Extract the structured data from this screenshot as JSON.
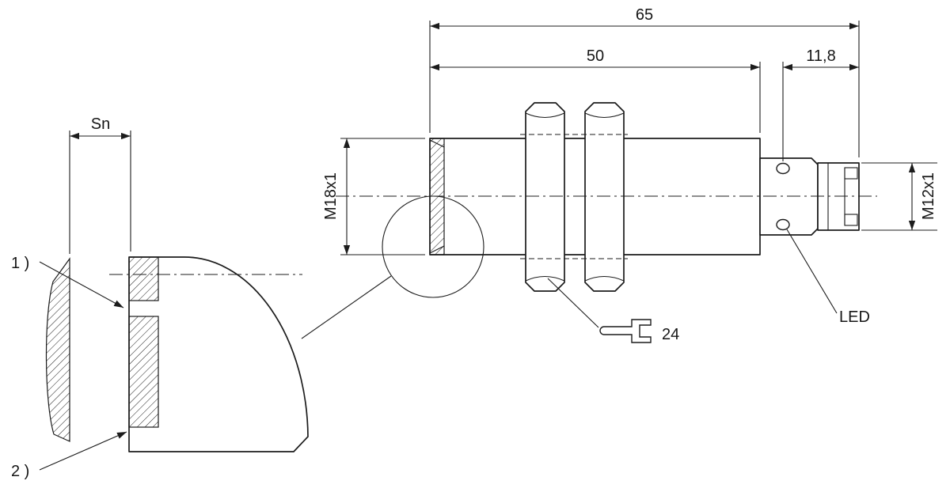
{
  "figure": {
    "kind": "sensor-dimensional-drawing",
    "line_color": "#1c1c1c",
    "background": "#ffffff"
  },
  "labels": {
    "overall_length": "65",
    "body_length": "50",
    "rear_length": "11,8",
    "front_thread": "M18x1",
    "connector_thread": "M12x1",
    "led": "LED",
    "wrench_size": "24",
    "sensing_distance": "Sn",
    "note1": "1 )",
    "note2": "2 )"
  }
}
